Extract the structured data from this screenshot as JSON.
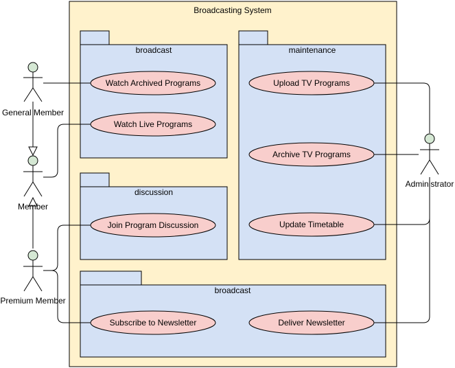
{
  "system": {
    "title": "Broadcasting System",
    "fill": "#fff2cc",
    "stroke": "#000000"
  },
  "colors": {
    "package_fill": "#d4e1f5",
    "usecase_fill": "#f8cecc",
    "actor_fill": "#d5e8d4",
    "line": "#000000"
  },
  "packages": {
    "broadcast_top": {
      "label": "broadcast"
    },
    "maintenance": {
      "label": "maintenance"
    },
    "discussion": {
      "label": "discussion"
    },
    "broadcast_bottom": {
      "label": "broadcast"
    }
  },
  "usecases": {
    "watch_archived": "Watch Archived Programs",
    "watch_live": "Watch Live Programs",
    "join_discussion": "Join Program Discussion",
    "upload_tv": "Upload TV Programs",
    "archive_tv": "Archive TV Programs",
    "update_timetable": "Update Timetable",
    "subscribe_newsletter": "Subscribe to Newsletter",
    "deliver_newsletter": "Deliver Newsletter"
  },
  "actors": {
    "general_member": "General Member",
    "member": "Member",
    "premium_member": "Premium Member",
    "administrator": "Administrator"
  }
}
